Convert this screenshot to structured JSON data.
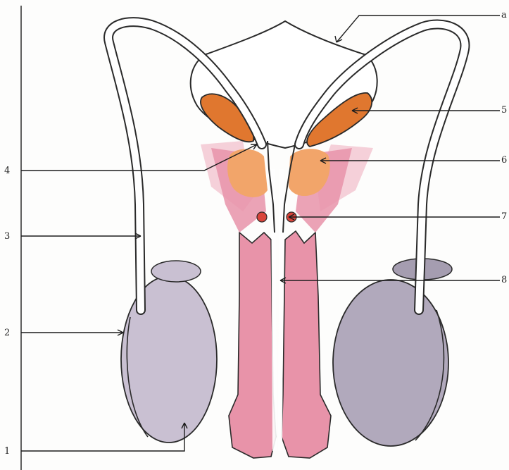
{
  "labels": {
    "left": [
      "4",
      "3",
      "2",
      "1"
    ],
    "right": [
      "a",
      "5",
      "6",
      "7",
      "8"
    ]
  },
  "colors": {
    "penis_pink": "#e893a9",
    "penis_pink_light": "#f0b3c2",
    "gland_orange": "#e0772f",
    "prostate_orange": "#f2a56a",
    "testis_lavender": "#c9c0d2",
    "testis_lavender_dark": "#b1a9bc",
    "outline": "#2a2a2a"
  }
}
